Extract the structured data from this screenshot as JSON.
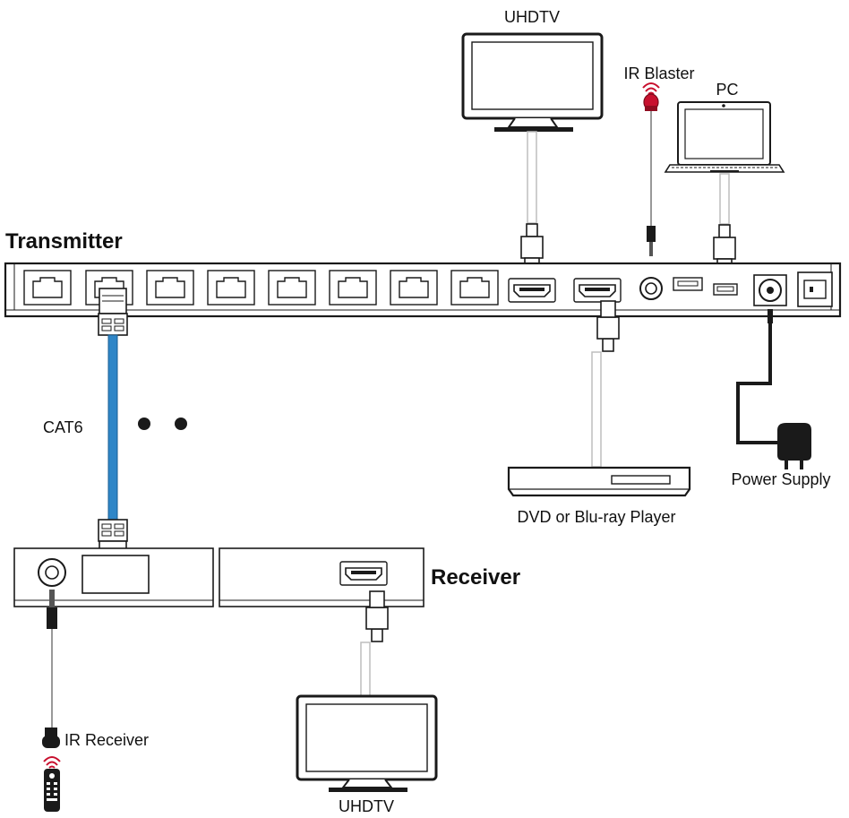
{
  "labels": {
    "uhdtv_top": "UHDTV",
    "ir_blaster": "IR Blaster",
    "pc": "PC",
    "transmitter": "Transmitter",
    "cat6": "CAT6",
    "dvd_player": "DVD or Blu-ray Player",
    "power_supply": "Power Supply",
    "receiver": "Receiver",
    "ir_receiver": "IR Receiver",
    "uhdtv_bottom": "UHDTV"
  },
  "colors": {
    "outline": "#1a1a1a",
    "cat6_cable": "#2f86c7",
    "cable_gray": "#bdbdbd",
    "ir_red": "#c8102e",
    "panel_fill": "#ffffff"
  },
  "icons": {
    "tv": "tv-icon",
    "laptop": "laptop-icon",
    "ir_blaster": "ir-blaster-icon",
    "remote": "remote-control-icon",
    "power_adapter": "power-adapter-icon",
    "dvd": "dvd-player-icon"
  }
}
